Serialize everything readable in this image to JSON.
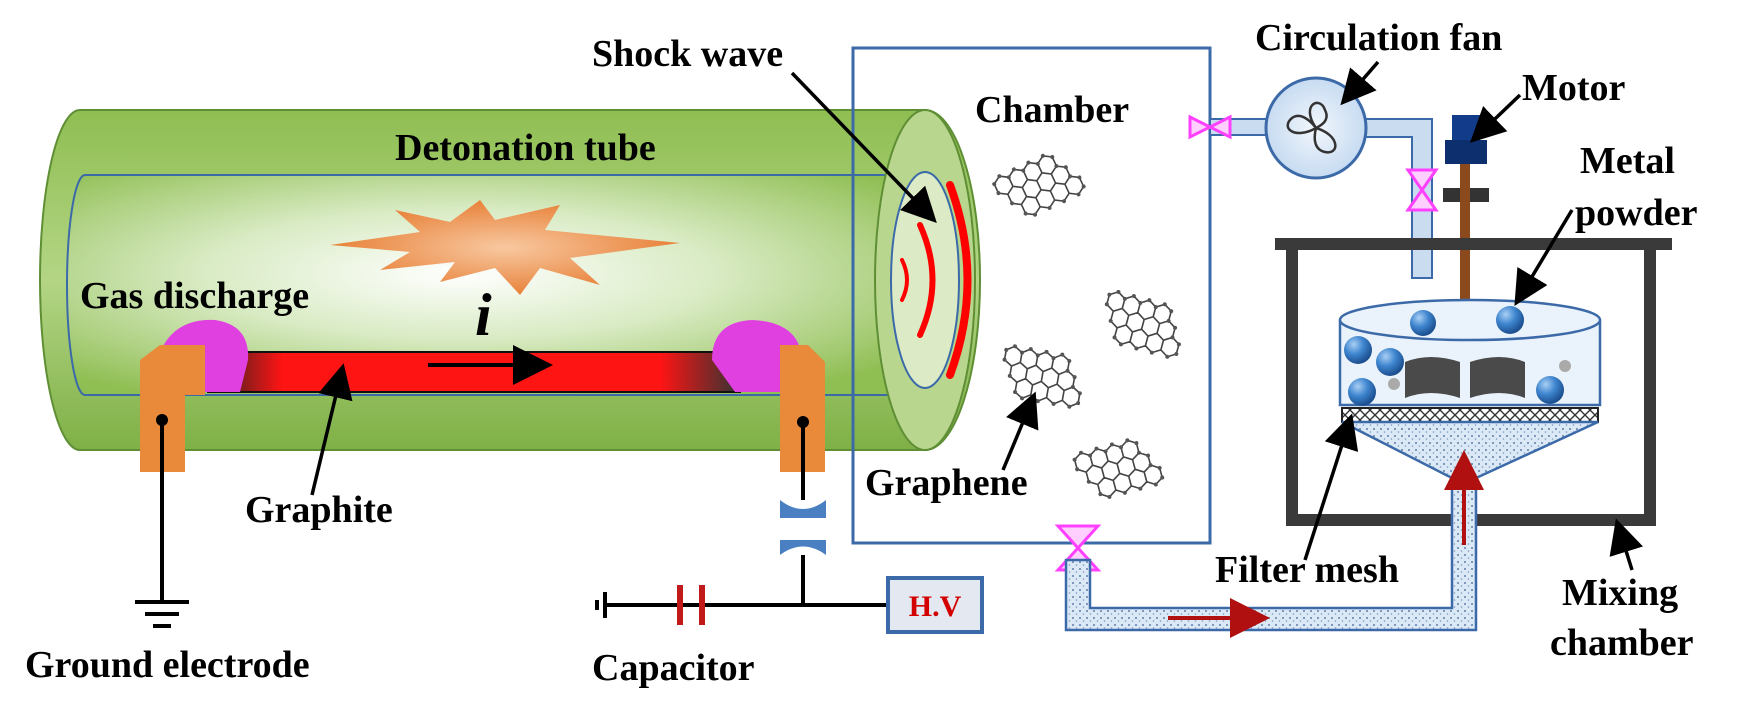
{
  "labels": {
    "shock_wave": "Shock wave",
    "chamber": "Chamber",
    "circulation_fan": "Circulation fan",
    "motor": "Motor",
    "metal_powder_line1": "Metal",
    "metal_powder_line2": "powder",
    "detonation_tube": "Detonation tube",
    "gas_discharge": "Gas discharge",
    "current": "i",
    "graphite": "Graphite",
    "graphene": "Graphene",
    "filter_mesh": "Filter mesh",
    "mixing_chamber_line1": "Mixing",
    "mixing_chamber_line2": "chamber",
    "ground_electrode": "Ground electrode",
    "capacitor": "Capacitor",
    "high_voltage": "H.V"
  },
  "colors": {
    "tube_green": "#8fbe52",
    "graphite_red": "#ff1414",
    "discharge_magenta": "#e040e0",
    "electrode_orange": "#e88a3a",
    "valve_magenta": "#ff40ff",
    "pipe_blue": "#c9dcf0",
    "outline_blue": "#3c6aa8",
    "arrow_darkred": "#b01010"
  }
}
